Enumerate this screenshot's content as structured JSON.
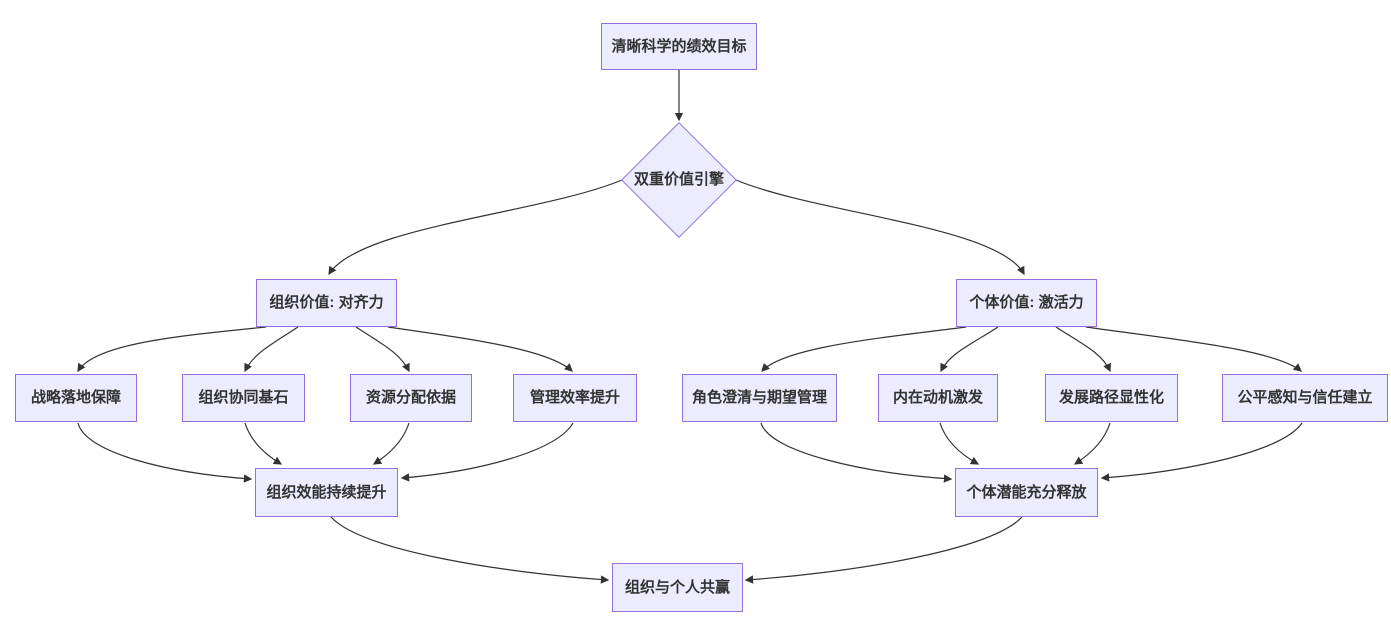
{
  "diagram": {
    "type": "flowchart",
    "background_color": "#ffffff",
    "node_fill_color": "#ECECFF",
    "node_border_color": "#9370DB",
    "node_text_color": "#333333",
    "edge_color": "#333333",
    "nodes": {
      "goal": "清晰科学的绩效目标",
      "engine": "双重价值引擎",
      "org_value": "组织价值: 对齐力",
      "ind_value": "个体价值: 激活力",
      "org_benefit_1": "战略落地保障",
      "org_benefit_2": "组织协同基石",
      "org_benefit_3": "资源分配依据",
      "org_benefit_4": "管理效率提升",
      "ind_benefit_1": "角色澄清与期望管理",
      "ind_benefit_2": "内在动机激发",
      "ind_benefit_3": "发展路径显性化",
      "ind_benefit_4": "公平感知与信任建立",
      "org_outcome": "组织效能持续提升",
      "ind_outcome": "个体潜能充分释放",
      "final_outcome": "组织与个人共赢"
    },
    "edges": [
      {
        "from": "goal",
        "to": "engine"
      },
      {
        "from": "engine",
        "to": "org_value"
      },
      {
        "from": "engine",
        "to": "ind_value"
      },
      {
        "from": "org_value",
        "to": "org_benefit_1"
      },
      {
        "from": "org_value",
        "to": "org_benefit_2"
      },
      {
        "from": "org_value",
        "to": "org_benefit_3"
      },
      {
        "from": "org_value",
        "to": "org_benefit_4"
      },
      {
        "from": "ind_value",
        "to": "ind_benefit_1"
      },
      {
        "from": "ind_value",
        "to": "ind_benefit_2"
      },
      {
        "from": "ind_value",
        "to": "ind_benefit_3"
      },
      {
        "from": "ind_value",
        "to": "ind_benefit_4"
      },
      {
        "from": "org_benefit_1",
        "to": "org_outcome"
      },
      {
        "from": "org_benefit_2",
        "to": "org_outcome"
      },
      {
        "from": "org_benefit_3",
        "to": "org_outcome"
      },
      {
        "from": "org_benefit_4",
        "to": "org_outcome"
      },
      {
        "from": "ind_benefit_1",
        "to": "ind_outcome"
      },
      {
        "from": "ind_benefit_2",
        "to": "ind_outcome"
      },
      {
        "from": "ind_benefit_3",
        "to": "ind_outcome"
      },
      {
        "from": "ind_benefit_4",
        "to": "ind_outcome"
      },
      {
        "from": "org_outcome",
        "to": "final_outcome"
      },
      {
        "from": "ind_outcome",
        "to": "final_outcome"
      }
    ]
  }
}
